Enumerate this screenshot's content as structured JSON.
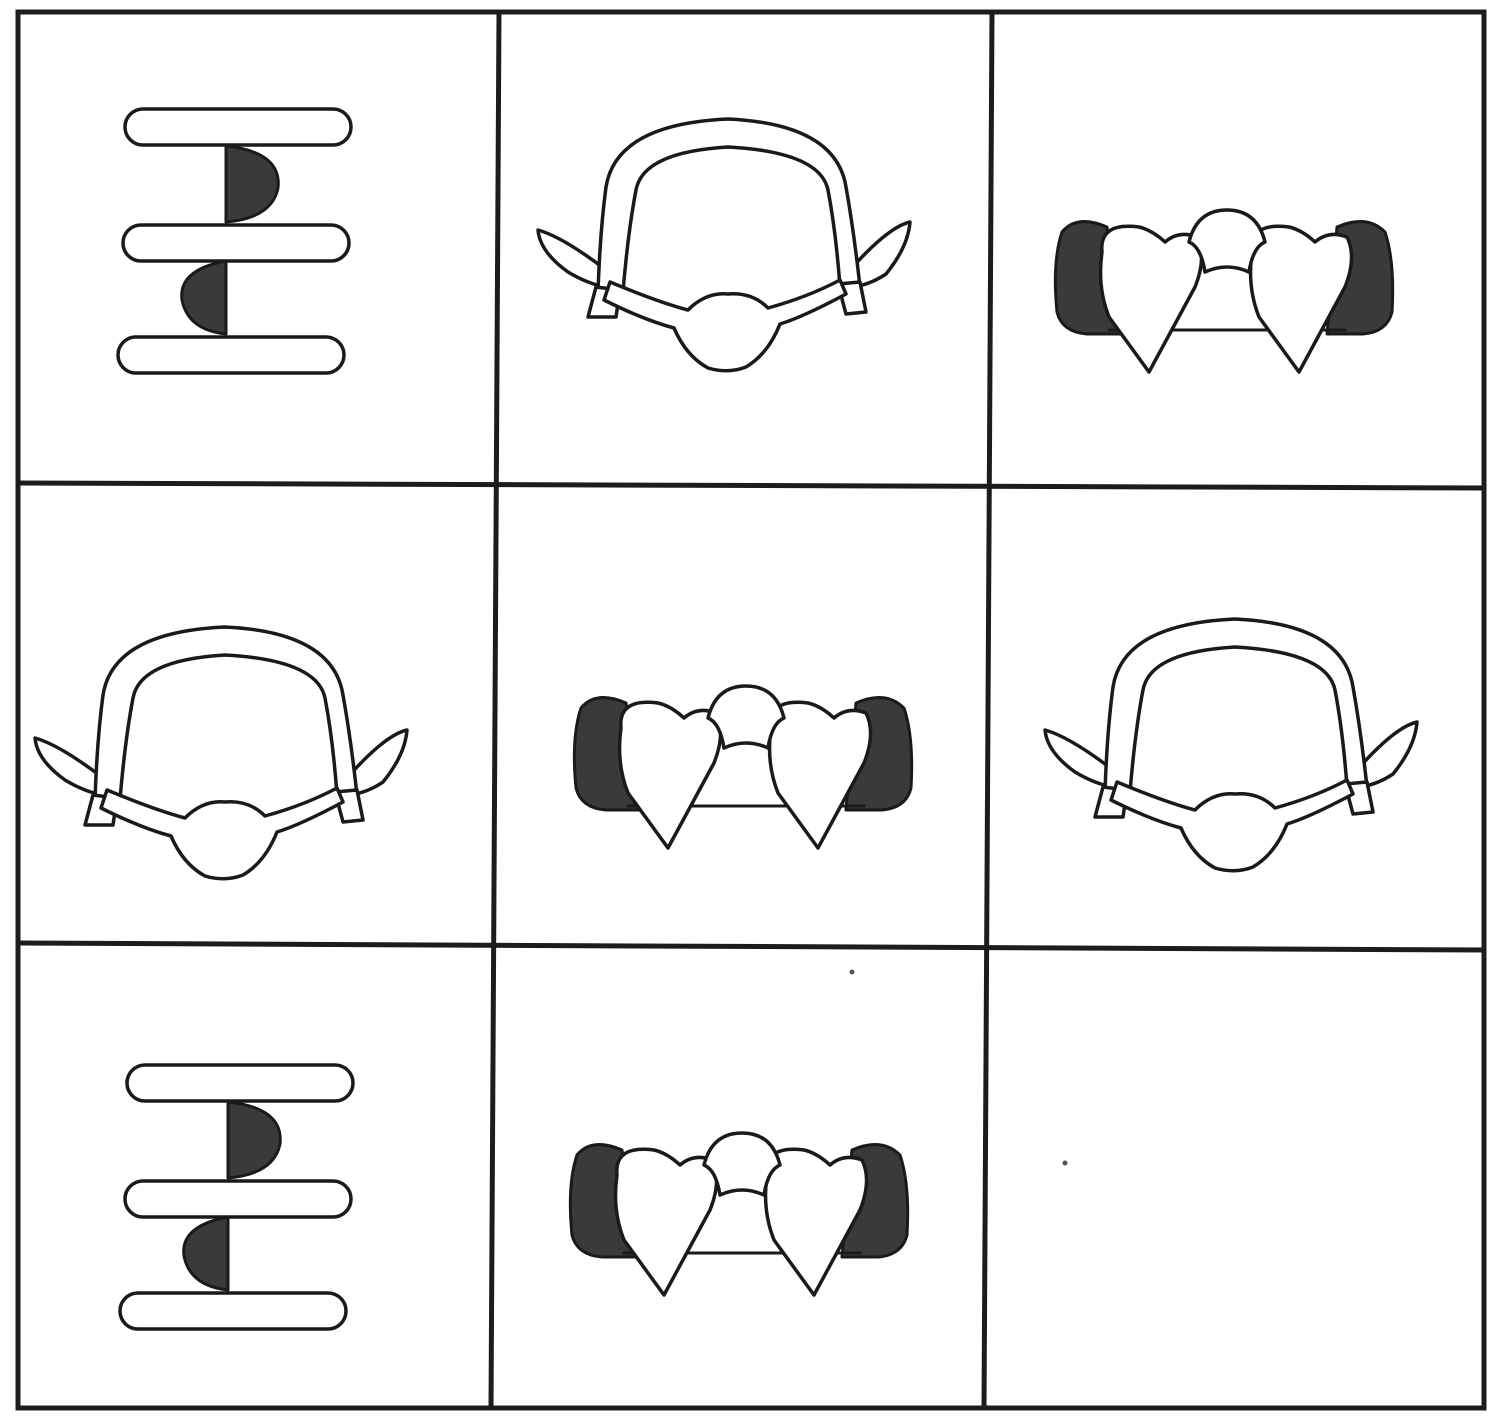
{
  "puzzle": {
    "rows": 3,
    "cols": 3,
    "cells": [
      {
        "row": 1,
        "col": 1,
        "figure": "stacked-bars-with-dark-half-discs",
        "empty": false
      },
      {
        "row": 1,
        "col": 2,
        "figure": "arch-frame-with-wings",
        "empty": false
      },
      {
        "row": 1,
        "col": 3,
        "figure": "twin-hearts-with-dark-caps",
        "empty": false
      },
      {
        "row": 2,
        "col": 1,
        "figure": "arch-frame-with-wings",
        "empty": false
      },
      {
        "row": 2,
        "col": 2,
        "figure": "twin-hearts-with-dark-caps",
        "empty": false
      },
      {
        "row": 2,
        "col": 3,
        "figure": "arch-frame-with-wings",
        "empty": false
      },
      {
        "row": 3,
        "col": 1,
        "figure": "stacked-bars-with-dark-half-discs",
        "empty": false
      },
      {
        "row": 3,
        "col": 2,
        "figure": "twin-hearts-with-dark-caps",
        "empty": false
      },
      {
        "row": 3,
        "col": 3,
        "figure": "none",
        "empty": true
      }
    ],
    "colors": {
      "line": "#1a1a1a",
      "fill": "#ffffff",
      "dark_fill": "#3a3a3a"
    }
  }
}
